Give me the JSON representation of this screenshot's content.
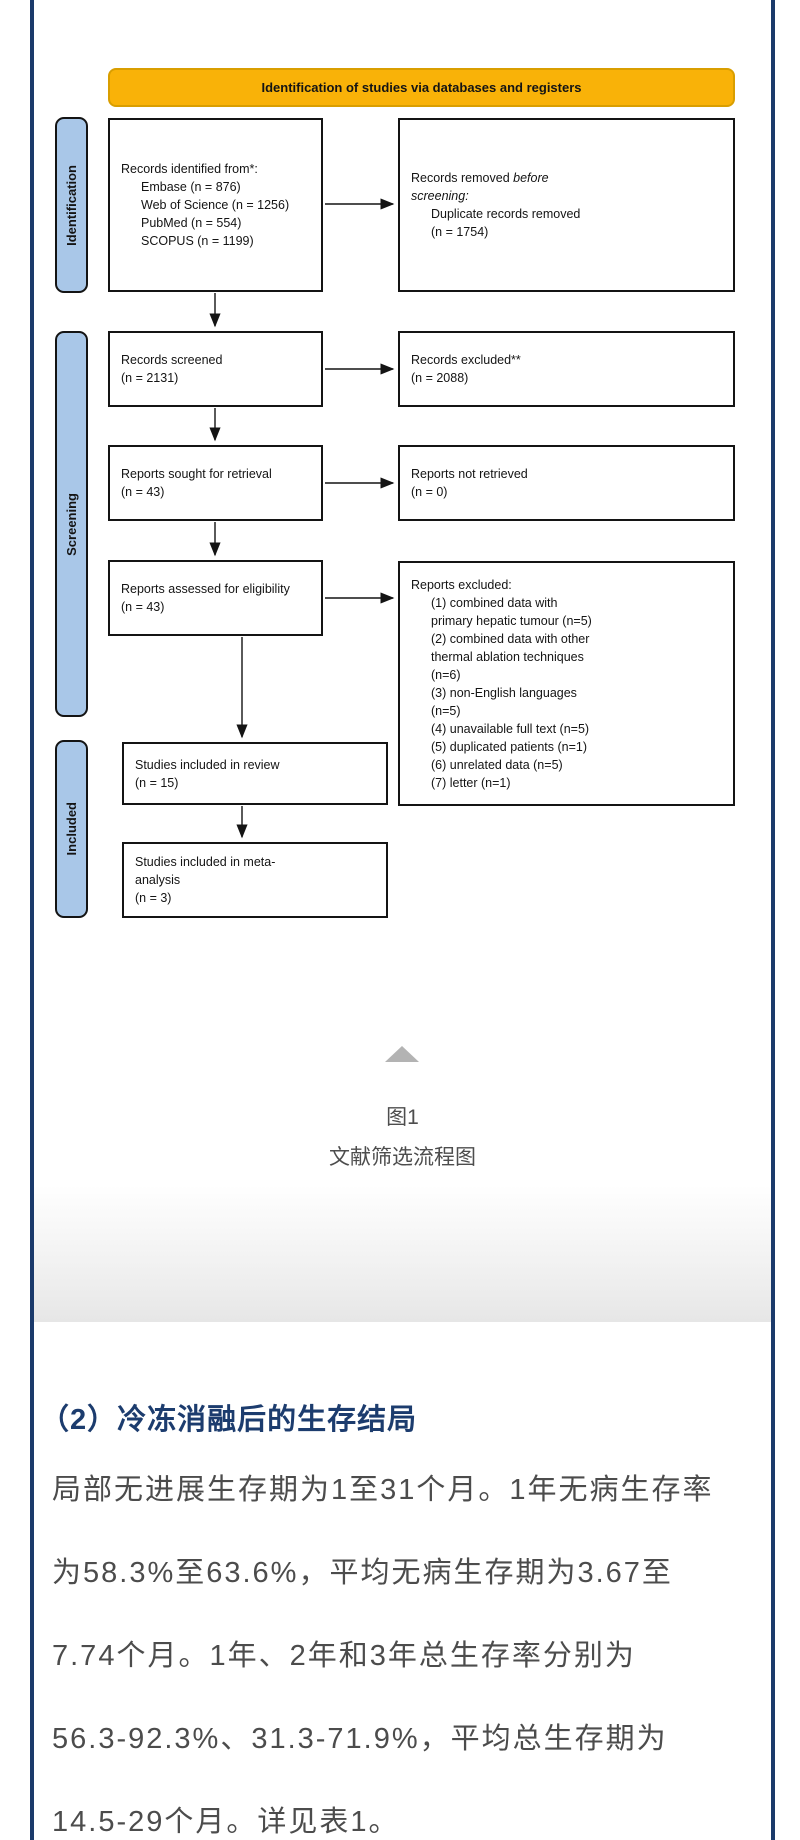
{
  "diagram": {
    "banner": "Identification of studies via databases and registers",
    "stages": [
      {
        "label": "Identification"
      },
      {
        "label": "Screening"
      },
      {
        "label": "Included"
      }
    ],
    "left_boxes": [
      {
        "title": "Records identified from*:",
        "items": [
          "Embase (n = 876)",
          "Web of Science (n = 1256)",
          "PubMed (n = 554)",
          "SCOPUS (n = 1199)"
        ]
      },
      {
        "lines": [
          "Records screened",
          "(n = 2131)"
        ]
      },
      {
        "lines": [
          "Reports sought for retrieval",
          "(n = 43)"
        ]
      },
      {
        "lines": [
          "Reports assessed for eligibility",
          "(n = 43)"
        ]
      },
      {
        "lines": [
          "Studies included in review",
          "(n = 15)"
        ]
      },
      {
        "lines": [
          "Studies included in meta-",
          "analysis",
          "(n = 3)"
        ]
      }
    ],
    "right_boxes": [
      {
        "intro_normal": "Records removed",
        "intro_italic1": "before",
        "intro_italic2": "screening:",
        "items": [
          "Duplicate records removed",
          "(n = 1754)"
        ]
      },
      {
        "lines": [
          "Records excluded**",
          "(n = 2088)"
        ]
      },
      {
        "lines": [
          "Reports not retrieved",
          "(n = 0)"
        ]
      },
      {
        "title": "Reports excluded:",
        "items": [
          "(1) combined data with",
          "primary hepatic tumour (n=5)",
          "(2) combined data with other",
          "thermal ablation techniques",
          "(n=6)",
          "(3) non-English languages",
          "(n=5)",
          "(4) unavailable full text (n=5)",
          "(5) duplicated patients (n=1)",
          "(6) unrelated data (n=5)",
          "(7) letter (n=1)"
        ]
      }
    ],
    "colors": {
      "banner_fill": "#F9B208",
      "stage_fill": "#A9C7E8",
      "page_border_navy": "#1B3A6B"
    }
  },
  "figure_caption": {
    "line1": "图1",
    "line2": "文献筛选流程图"
  },
  "section": {
    "heading": "（2）冷冻消融后的生存结局",
    "paragraph_lines": [
      "局部无进展生存期为1至31个月。1年无病生存率",
      "为58.3%至63.6%，平均无病生存期为3.67至",
      "7.74个月。1年、2年和3年总生存率分别为",
      "56.3-92.3%、31.3-71.9%，平均总生存期为",
      "14.5-29个月。详见表1。"
    ]
  }
}
